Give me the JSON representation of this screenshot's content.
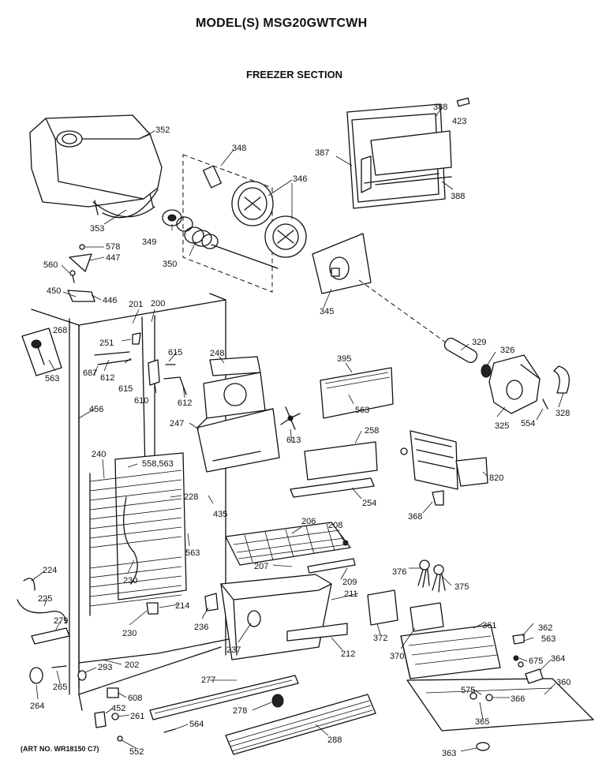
{
  "header": {
    "model_title": "MODEL(S) MSG20GWTCWH",
    "section_title": "FREEZER SECTION"
  },
  "footer": {
    "art_no": "(ART NO. WR18150 C7)"
  },
  "callouts": [
    "352",
    "348",
    "346",
    "388",
    "423",
    "387",
    "388",
    "353",
    "349",
    "350",
    "578",
    "447",
    "560",
    "345",
    "450",
    "446",
    "201",
    "200",
    "268",
    "251",
    "615",
    "248",
    "395",
    "329",
    "326",
    "687",
    "612",
    "615",
    "610",
    "612",
    "563",
    "563",
    "325",
    "554",
    "328",
    "456",
    "247",
    "613",
    "258",
    "240",
    "558,563",
    "228",
    "435",
    "254",
    "820",
    "368",
    "206",
    "208",
    "563",
    "207",
    "376",
    "375",
    "230",
    "209",
    "211",
    "224",
    "225",
    "214",
    "236",
    "230",
    "279",
    "237",
    "212",
    "372",
    "361",
    "362",
    "563",
    "370",
    "675",
    "364",
    "202",
    "293",
    "277",
    "360",
    "265",
    "264",
    "608",
    "452",
    "261",
    "278",
    "575",
    "366",
    "564",
    "365",
    "288",
    "552",
    "363"
  ],
  "colors": {
    "ink": "#111111",
    "paper": "#ffffff"
  }
}
